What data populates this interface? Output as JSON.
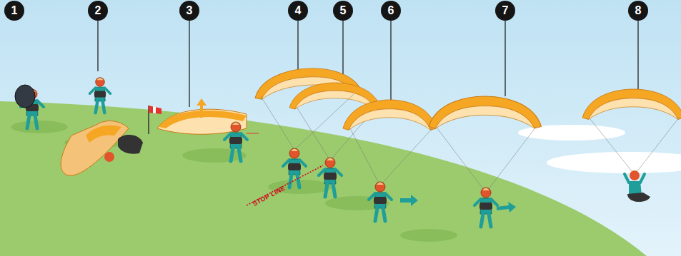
{
  "diagram": {
    "nodes": [
      {
        "text": [
          "1"
        ]
      },
      {
        "text": [
          "2"
        ]
      },
      {
        "text": [
          "3"
        ]
      },
      {
        "text": [
          "4"
        ]
      },
      {
        "text": [
          "5"
        ]
      },
      {
        "text": [
          "6"
        ]
      },
      {
        "text": [
          "7"
        ]
      },
      {
        "text": [
          "8"
        ]
      }
    ],
    "labels": [
      "STOP LINE"
    ]
  }
}
